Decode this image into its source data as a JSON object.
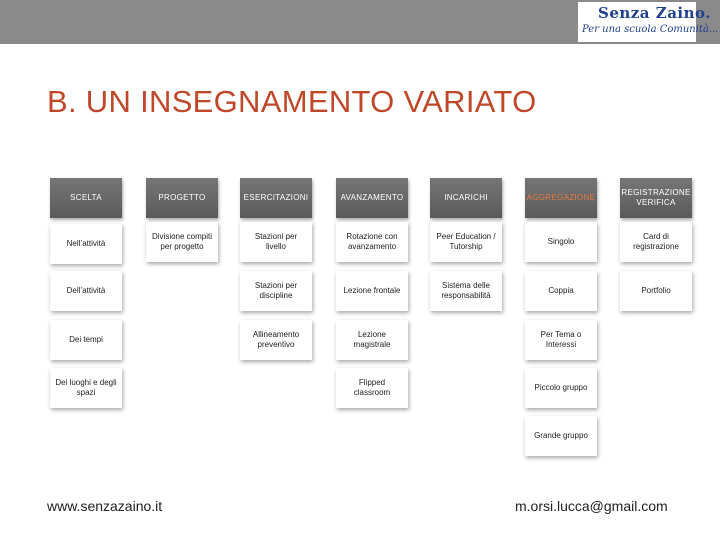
{
  "logo": {
    "line1": "Senza Zaino.",
    "line2": "Per una scuola Comunità..."
  },
  "title": "B. UN INSEGNAMENTO VARIATO",
  "columns": [
    {
      "header": "SCELTA",
      "items": [
        "Nell’attività",
        "Dell’attività",
        "Dei tempi",
        "Dei luoghi e degli spazi"
      ]
    },
    {
      "header": "PROGETTO",
      "items": [
        "Divisione compiti per progetto"
      ]
    },
    {
      "header": "ESERCITAZIONI",
      "items": [
        "Stazioni per livello",
        "Stazioni per discipline",
        "Allineamento preventivo"
      ]
    },
    {
      "header": "AVANZAMENTO",
      "items": [
        "Rotazione con avanzamento",
        "Lezione frontale",
        "Lezione magistrale",
        "Flipped classroom"
      ]
    },
    {
      "header": "INCARICHI",
      "items": [
        "Peer Education / Tutorship",
        "Sistema delle responsabilità"
      ]
    },
    {
      "header": "AGGREGAZIONE",
      "items": [
        "Singolo",
        "Coppia",
        "Per Tema o Interessi",
        "Piccolo gruppo",
        "Grande gruppo"
      ]
    },
    {
      "header": "REGISTRAZIONE VERIFICA",
      "items": [
        "Card di registrazione",
        "Portfolio"
      ]
    }
  ],
  "colors": {
    "title": "#c0482a",
    "header_bg": "#6a6a6a",
    "header_text": "#ffffff",
    "accent_header_text": "#e87a40",
    "topbar": "#8a8a8a"
  },
  "footer": {
    "left": "www.senzazaino.it",
    "right": "m.orsi.lucca@gmail.com"
  }
}
